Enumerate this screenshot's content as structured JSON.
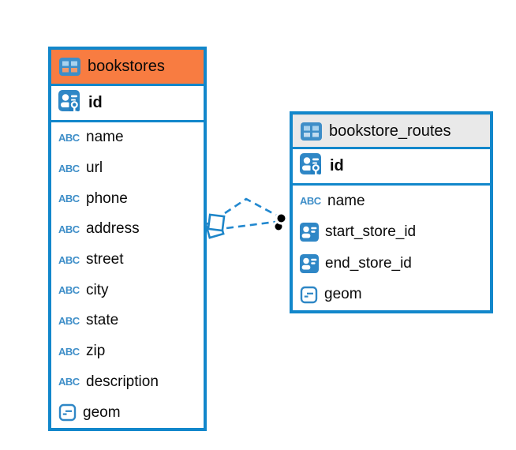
{
  "diagram": {
    "kind": "entity-relationship-diagram",
    "background": "#ffffff",
    "colors": {
      "table_border": "#1287cb",
      "bookstores_header": "#f87c41",
      "routes_header": "#e9e9e9",
      "icon_blue": "#2f87c6",
      "relation_line": "#2288cf",
      "relation_dot": "#000000"
    },
    "tables": [
      {
        "name": "bookstores",
        "pk": {
          "name": "id"
        },
        "columns": [
          {
            "name": "name",
            "type": "text"
          },
          {
            "name": "url",
            "type": "text"
          },
          {
            "name": "phone",
            "type": "text"
          },
          {
            "name": "address",
            "type": "text"
          },
          {
            "name": "street",
            "type": "text"
          },
          {
            "name": "city",
            "type": "text"
          },
          {
            "name": "state",
            "type": "text"
          },
          {
            "name": "zip",
            "type": "text"
          },
          {
            "name": "description",
            "type": "text"
          },
          {
            "name": "geom",
            "type": "geometry"
          }
        ]
      },
      {
        "name": "bookstore_routes",
        "pk": {
          "name": "id"
        },
        "columns": [
          {
            "name": "name",
            "type": "text"
          },
          {
            "name": "start_store_id",
            "type": "reference"
          },
          {
            "name": "end_store_id",
            "type": "reference"
          },
          {
            "name": "geom",
            "type": "geometry"
          }
        ]
      }
    ],
    "connector": {
      "style": "dashed",
      "line_count": 2
    }
  },
  "icons": {
    "abc_label": "ABC"
  }
}
